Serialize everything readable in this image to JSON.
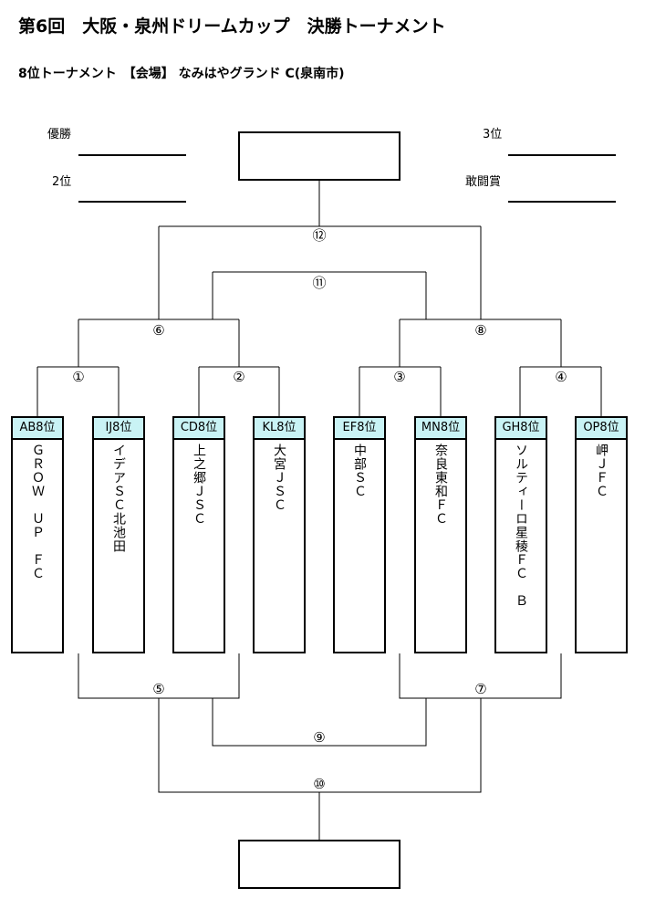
{
  "title": "第6回　大阪・泉州ドリームカップ　決勝トーナメント",
  "subtitle": "8位トーナメント　【会場】 なみはやグランド C(泉南市)",
  "awards": {
    "first": "優勝",
    "second": "2位",
    "third": "3位",
    "fighting": "敢闘賞"
  },
  "matches": {
    "m1": "①",
    "m2": "②",
    "m3": "③",
    "m4": "④",
    "m5": "⑤",
    "m6": "⑥",
    "m7": "⑦",
    "m8": "⑧",
    "m9": "⑨",
    "m10": "⑩",
    "m11": "⑪",
    "m12": "⑫"
  },
  "teams": [
    {
      "seed": "AB8位",
      "name": "ＧＲＯＷ　ＵＰ　ＦＣ"
    },
    {
      "seed": "IJ8位",
      "name": "イデアＳＣ北池田"
    },
    {
      "seed": "CD8位",
      "name": "上之郷ＪＳＣ"
    },
    {
      "seed": "KL8位",
      "name": "大宮ＪＳＣ"
    },
    {
      "seed": "EF8位",
      "name": "中部ＳＣ"
    },
    {
      "seed": "MN8位",
      "name": "奈良東和ＦＣ"
    },
    {
      "seed": "GH8位",
      "name": "ソルティーロ星稜ＦＣ　Ｂ"
    },
    {
      "seed": "OP8位",
      "name": "岬ＪＦＣ"
    }
  ]
}
